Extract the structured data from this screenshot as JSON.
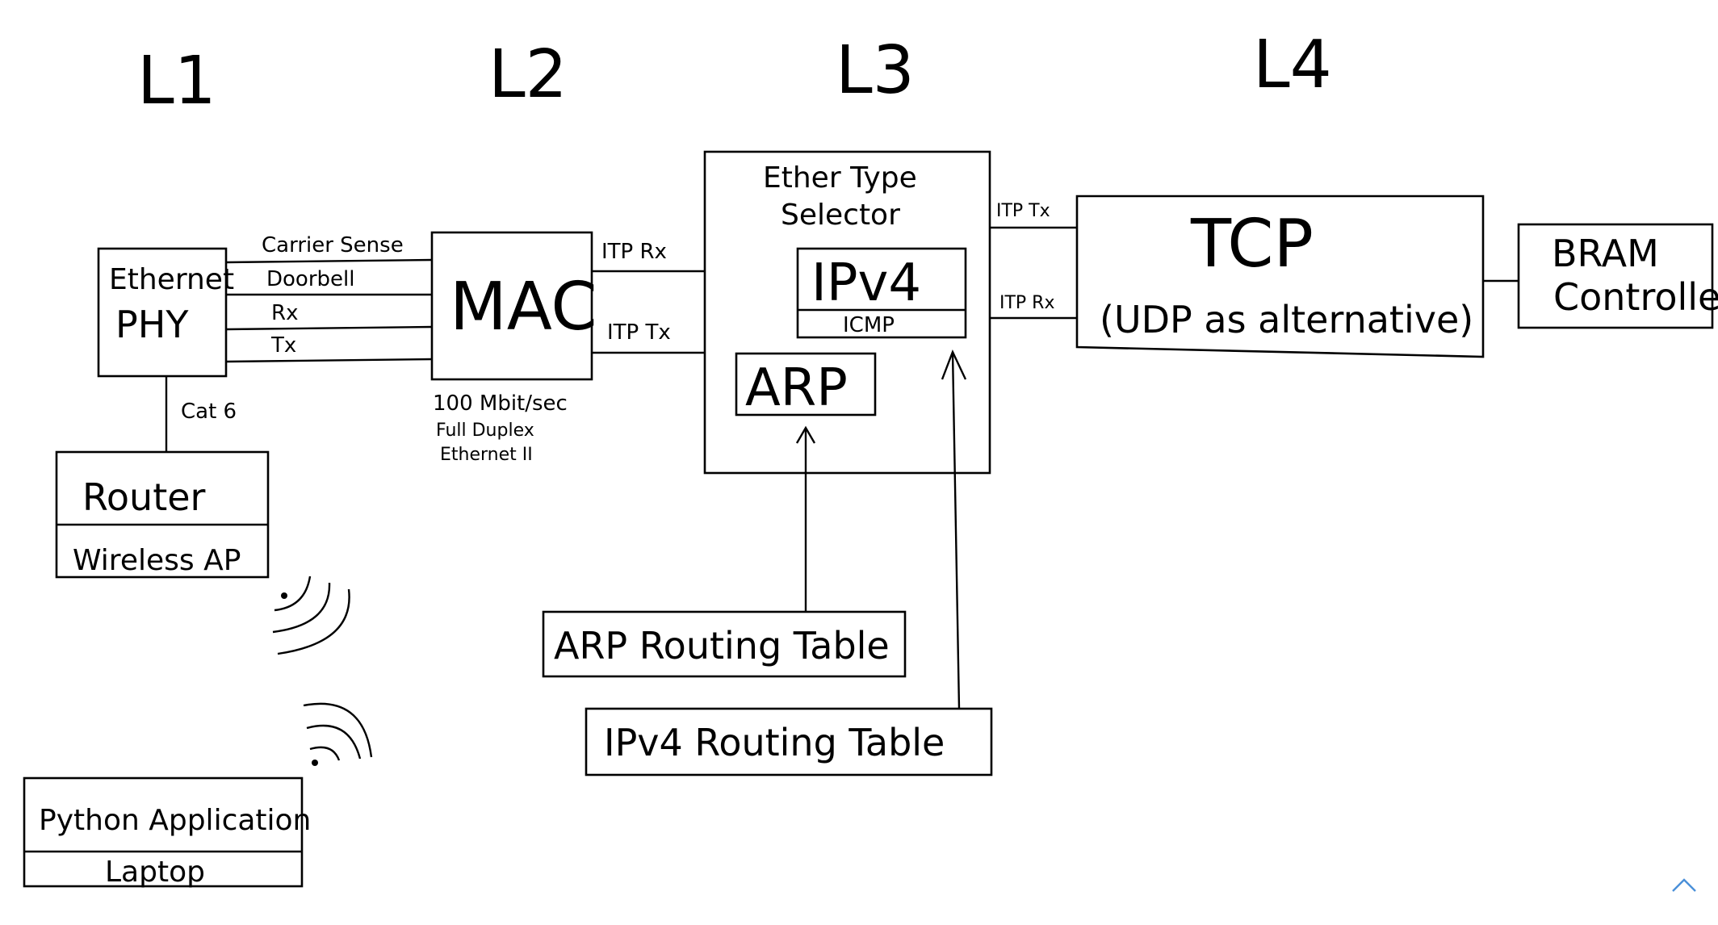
{
  "layers": [
    "L1",
    "L2",
    "L3",
    "L4"
  ],
  "blocks": {
    "eth_phy": {
      "line1": "Ethernet",
      "line2": "PHY"
    },
    "mac": {
      "label": "MAC"
    },
    "mac_note": [
      "100 Mbit/sec",
      "Full Duplex",
      "Ethernet II"
    ],
    "ether_type": {
      "line1": "Ether Type",
      "line2": "Selector"
    },
    "ipv4": {
      "label": "IPv4",
      "sub": "ICMP"
    },
    "arp": {
      "label": "ARP"
    },
    "tcp": {
      "line1": "TCP",
      "line2": "(UDP as alternative)"
    },
    "bram": {
      "line1": "BRAM",
      "line2": "Controller"
    },
    "router": {
      "line1": "Router",
      "line2": "Wireless AP"
    },
    "laptop": {
      "line1": "Python Application",
      "line2": "Laptop"
    },
    "arp_table": {
      "label": "ARP Routing Table"
    },
    "ipv4_table": {
      "label": "IPv4 Routing Table"
    }
  },
  "signals": [
    "Carrier Sense",
    "Doorbell",
    "Rx",
    "Tx"
  ],
  "links": {
    "cat6": "Cat 6",
    "mac_itp_rx": "ITP Rx",
    "mac_itp_tx": "ITP Tx",
    "l4_itp_tx": "ITP Tx",
    "l4_itp_rx": "ITP Rx"
  },
  "colors": {
    "ink": "#000000",
    "background": "#ffffff",
    "scroll_top": "#4a90d9"
  },
  "icons": {
    "wireless": "wifi-signal-icon",
    "scroll_top": "chevron-up-icon"
  }
}
